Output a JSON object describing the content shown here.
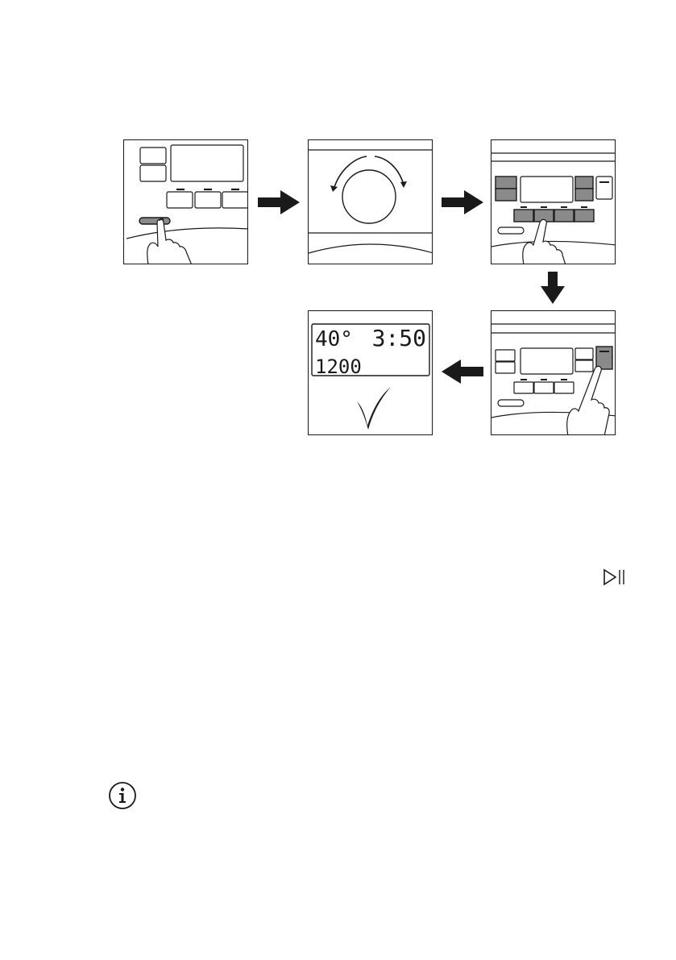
{
  "display": {
    "temperature": "40°",
    "time": "3:50",
    "spin": "1200"
  },
  "icons": {
    "confirm": "check-mark-icon",
    "start_pause": "start-pause-icon",
    "info": "info-icon"
  },
  "colors": {
    "ink": "#1a1a1a",
    "button_fill": "#8a8a8a"
  }
}
